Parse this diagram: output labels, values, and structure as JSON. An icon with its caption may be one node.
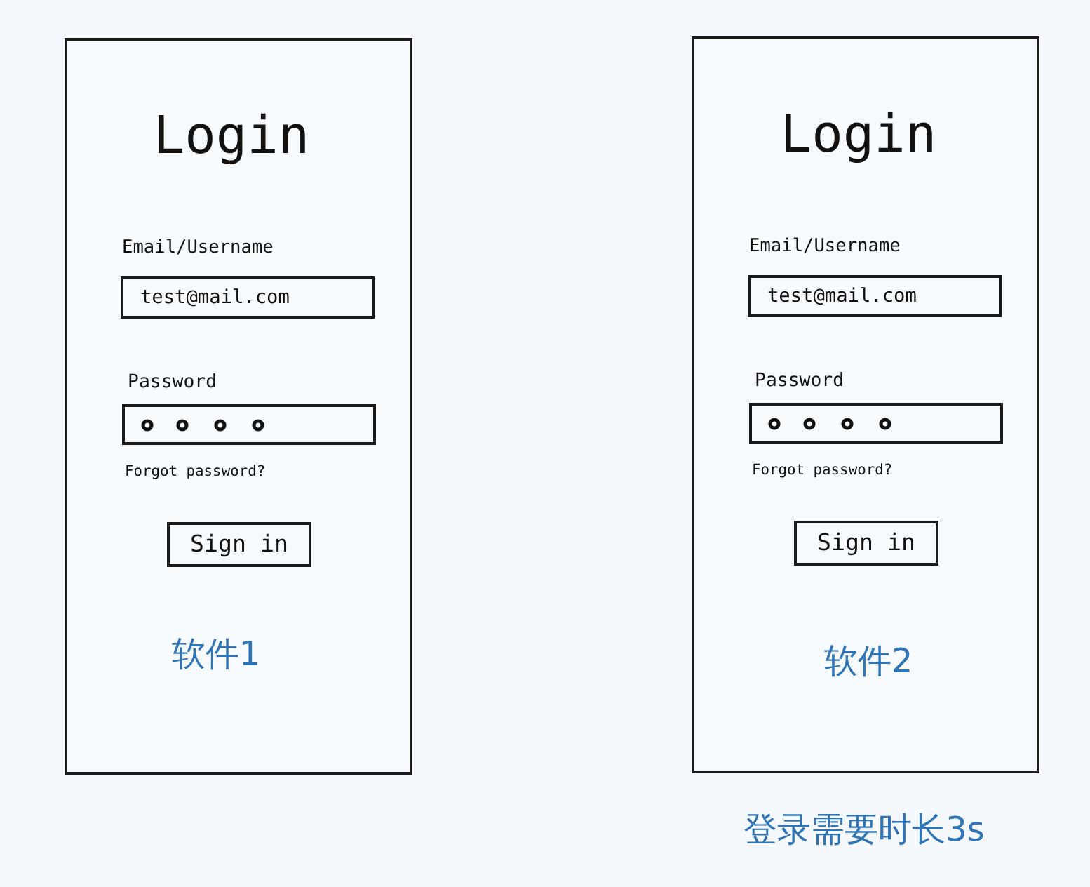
{
  "diagram": {
    "nodes": [
      {
        "text": [
          "Login",
          "Email/Username",
          "Password",
          "Forgot password?",
          "软件1"
        ]
      },
      {
        "text": [
          "test@mail.com"
        ],
        "in": 0
      },
      {
        "text": [],
        "shape": "box",
        "in": 0
      },
      {
        "text": [
          "Sign in"
        ],
        "in": 0
      },
      {
        "text": [
          "Login",
          "Email/Username",
          "Password",
          "Forgot password?",
          "软件2"
        ],
        "beside": [
          "登录需要时长3s"
        ]
      },
      {
        "text": [
          "test@mail.com"
        ],
        "in": 4
      },
      {
        "text": [],
        "shape": "box",
        "in": 4
      },
      {
        "text": [
          "Sign in"
        ],
        "in": 4
      }
    ]
  }
}
